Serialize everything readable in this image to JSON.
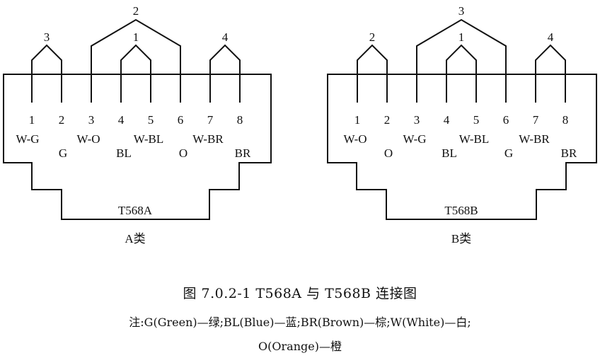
{
  "connectors": [
    {
      "standard_label": "T568A",
      "class_label": "A类",
      "pins": [
        "1",
        "2",
        "3",
        "4",
        "5",
        "6",
        "7",
        "8"
      ],
      "codes": [
        "W-G",
        "G",
        "W-O",
        "BL",
        "W-BL",
        "O",
        "W-BR",
        "BR"
      ],
      "pair_labels": [
        "3",
        "2",
        "1",
        "4"
      ]
    },
    {
      "standard_label": "T568B",
      "class_label": "B类",
      "pins": [
        "1",
        "2",
        "3",
        "4",
        "5",
        "6",
        "7",
        "8"
      ],
      "codes": [
        "W-O",
        "O",
        "W-G",
        "BL",
        "W-BL",
        "G",
        "W-BR",
        "BR"
      ],
      "pair_labels": [
        "2",
        "3",
        "1",
        "4"
      ]
    }
  ],
  "caption": "图 7.0.2-1   T568A 与 T568B 连接图",
  "note_line1": "注:G(Green)—绿;BL(Blue)—蓝;BR(Brown)—棕;W(White)—白;",
  "note_line2": "O(Orange)—橙"
}
